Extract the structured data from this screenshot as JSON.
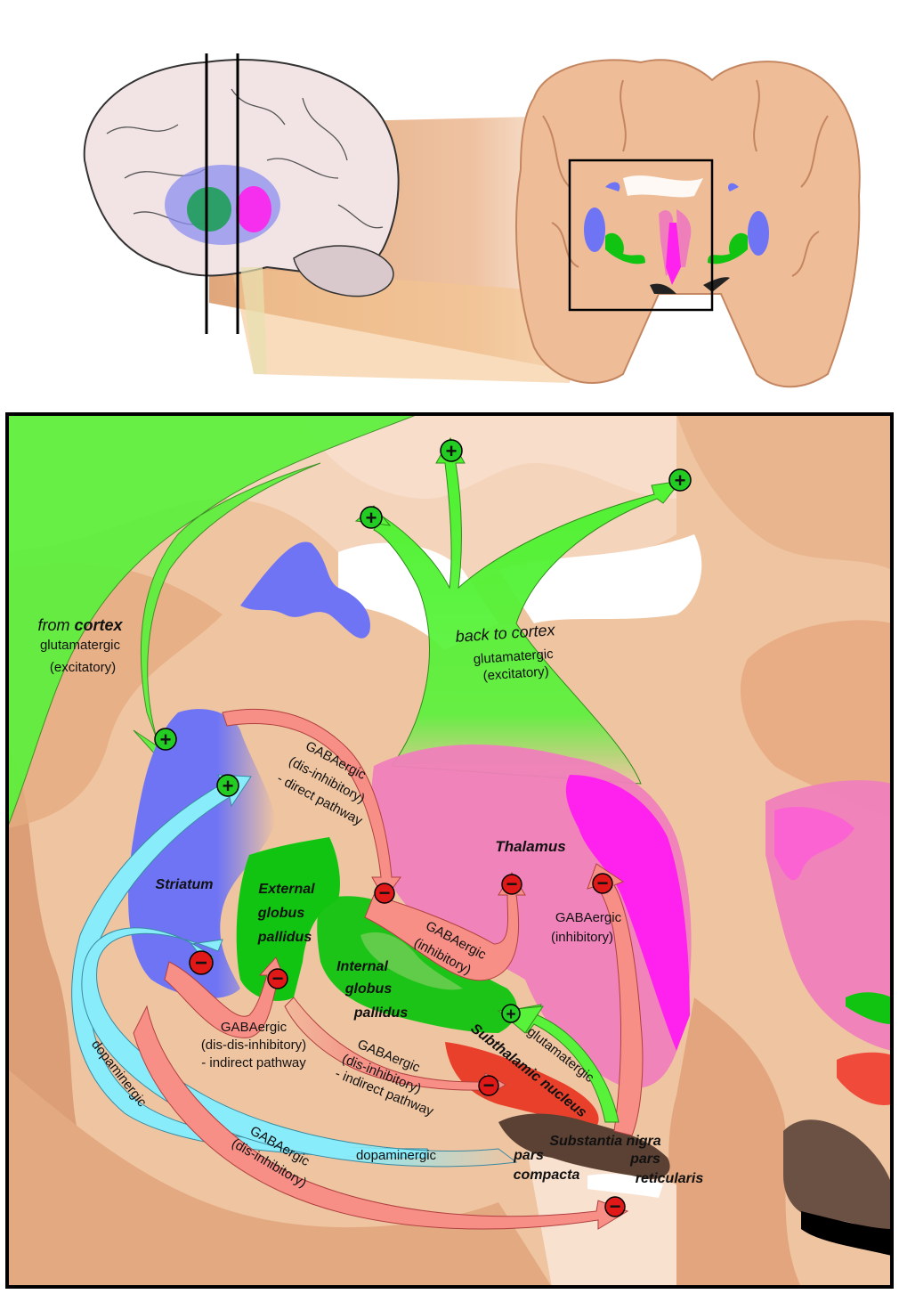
{
  "colors": {
    "background_tissue": "#f0c5a1",
    "tissue_dark": "#d89a6c",
    "striatum": "#6e74f4",
    "globus_pallidus": "#11c411",
    "thalamus": "#ef7fba",
    "thalamus_bright": "#ff22ee",
    "glutamatergic_arrow": "#58f23a",
    "gabaergic_arrow": "#f78f86",
    "dopaminergic_arrow": "#88ecfa",
    "substantia_nigra": "#5a4134",
    "plus_marker": "#22cc22",
    "minus_marker": "#e01818"
  },
  "markers": {
    "plus": "+",
    "minus": "−"
  },
  "labels": {
    "from_cortex": {
      "prefix": "from ",
      "bold": "cortex"
    },
    "from_cortex_type": "glutamatergic",
    "from_cortex_effect": "(excitatory)",
    "back_to_cortex": "back to cortex",
    "back_to_cortex_type": "glutamatergic",
    "back_to_cortex_effect": "(excitatory)",
    "direct_line1": "GABAergic",
    "direct_line2": "(dis-inhibitory)",
    "direct_line3": "- direct pathway",
    "thalamus": "Thalamus",
    "striatum": "Striatum",
    "external_gp_1": "External",
    "external_gp_2": "globus",
    "external_gp_3": "pallidus",
    "internal_gp_1": "Internal",
    "internal_gp_2": "globus",
    "internal_gp_3": "pallidus",
    "gpi_out_1": "GABAergic",
    "gpi_out_2": "(inhibitory)",
    "snr_out_1": "GABAergic",
    "snr_out_2": "(inhibitory)",
    "indirect1_1": "GABAergic",
    "indirect1_2": "(dis-dis-inhibitory)",
    "indirect1_3": "- indirect pathway",
    "indirect2_1": "GABAergic",
    "indirect2_2": "(dis-inhibitory)",
    "indirect2_3": "- indirect pathway",
    "stn": "Subthalamic nucleus",
    "stn_glut": "glutamatergic",
    "dopaminergic_left": "dopaminergic",
    "dopaminergic_bottom": "dopaminergic",
    "snr_back_1": "GABAergic",
    "snr_back_2": "(dis-inhibitory)",
    "substantia_nigra": "Substantia nigra",
    "pars_compacta_1": "pars",
    "pars_compacta_2": "compacta",
    "pars_reticularis_1": "pars",
    "pars_reticularis_2": "reticularis"
  }
}
